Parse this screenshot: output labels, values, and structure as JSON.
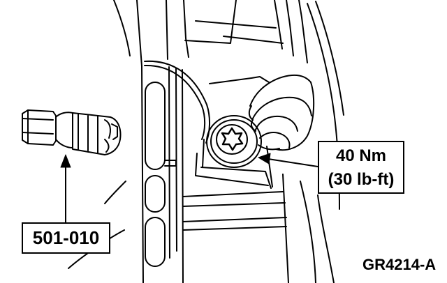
{
  "callouts": {
    "tool_number": "501-010",
    "torque_nm": "40 Nm",
    "torque_lbft": "(30 lb-ft)"
  },
  "figure_id": "GR4214-A",
  "colors": {
    "ink": "#000000",
    "paper": "#ffffff"
  }
}
